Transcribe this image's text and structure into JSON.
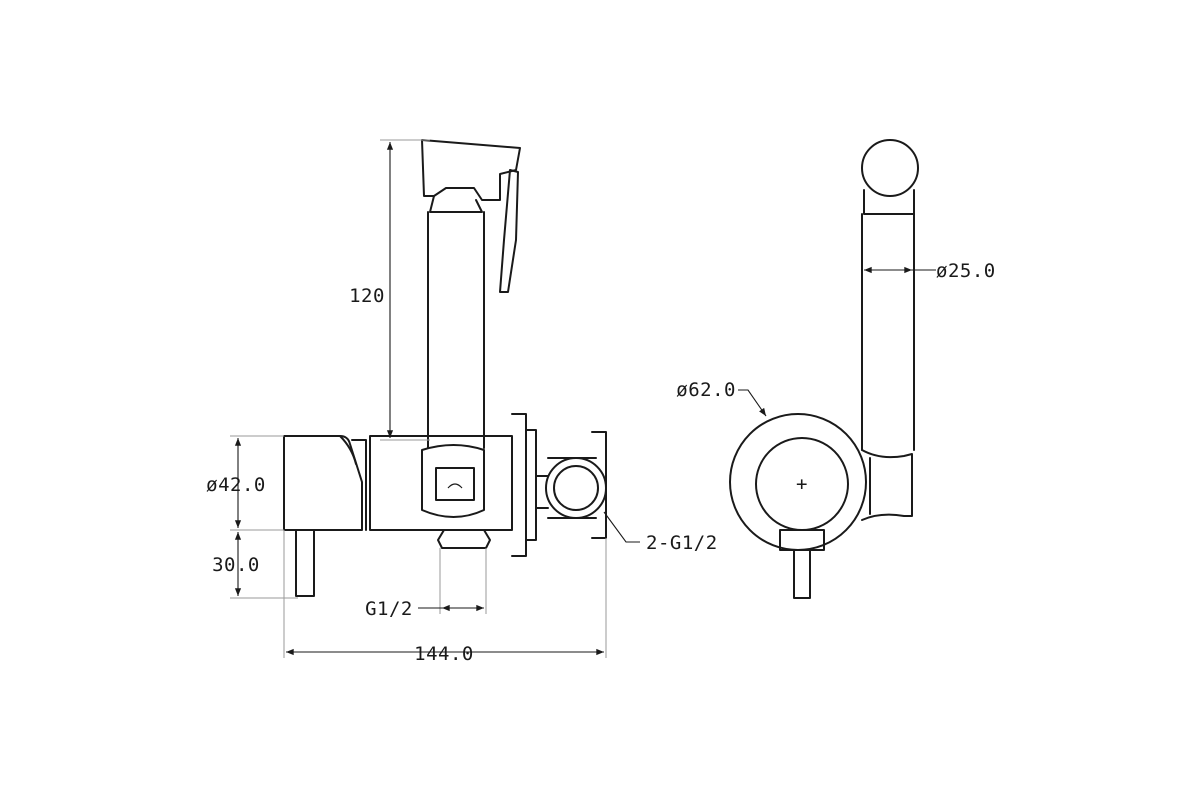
{
  "dimensions": {
    "height_hose": "120",
    "body_diameter": "ø42.0",
    "lever_length": "30.0",
    "outlet_thread": "G1/2",
    "overall_width": "144.0",
    "inlet_thread": "2-G1/2",
    "hose_diameter": "ø25.0",
    "plate_diameter": "ø62.0"
  },
  "symbols": {
    "center_mark": "+"
  }
}
